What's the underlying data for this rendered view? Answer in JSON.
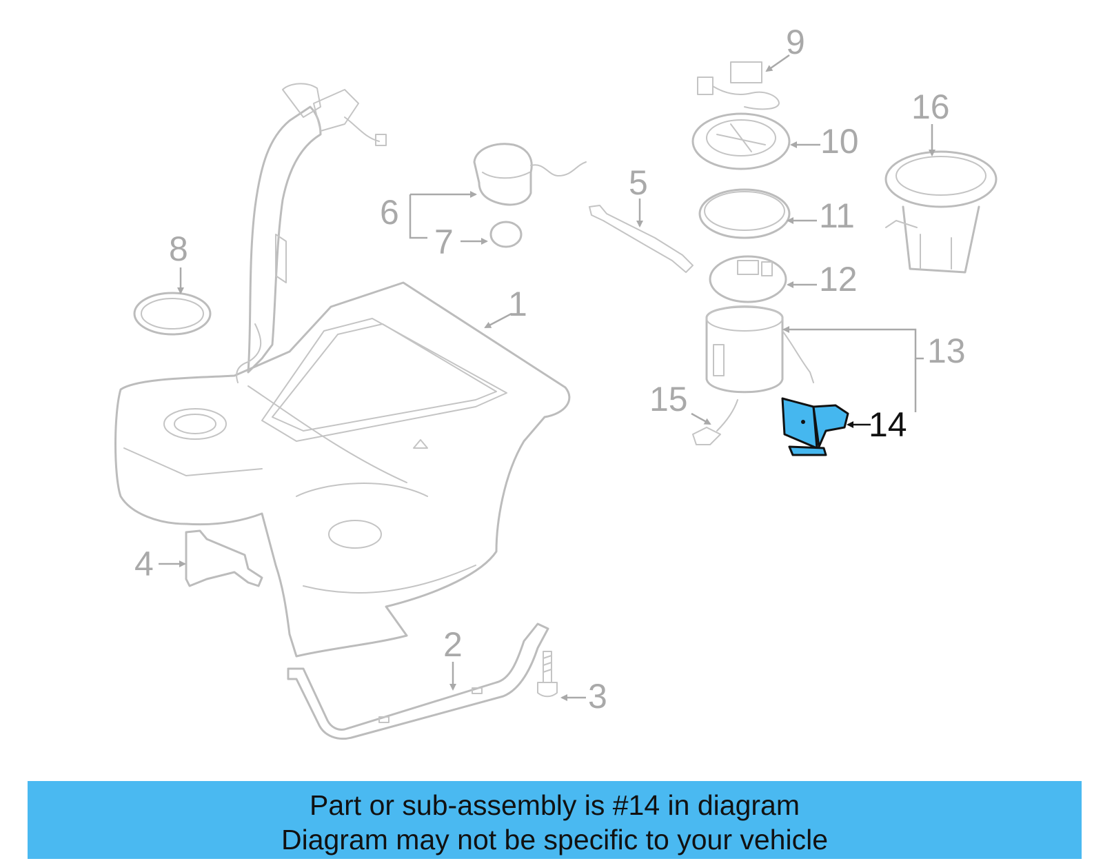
{
  "diagram": {
    "callouts": {
      "c1": "1",
      "c2": "2",
      "c3": "3",
      "c4": "4",
      "c5": "5",
      "c6": "6",
      "c7": "7",
      "c8": "8",
      "c9": "9",
      "c10": "10",
      "c11": "11",
      "c12": "12",
      "c13": "13",
      "c14": "14",
      "c15": "15",
      "c16": "16"
    },
    "highlighted_part": "14",
    "colors": {
      "line_art": "#bcbcbc",
      "highlight_fill": "#45b7ef",
      "highlight_outline": "#111111",
      "banner": "#4ab9f1"
    }
  },
  "banner": {
    "line1": "Part or sub-assembly is #14 in diagram",
    "line2": "Diagram may not be specific to your vehicle"
  }
}
